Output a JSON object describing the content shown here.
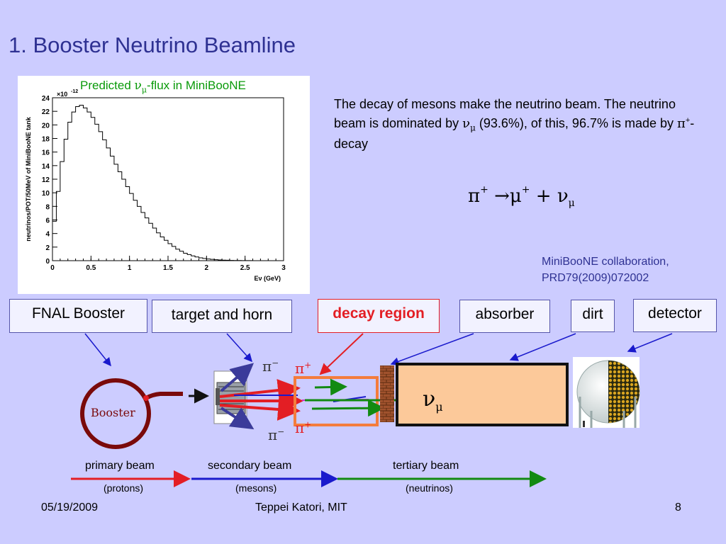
{
  "slide_title": "1. Booster Neutrino Beamline",
  "chart": {
    "title_prefix": "Predicted ",
    "title_symbol": "ν",
    "title_sub": "μ",
    "title_suffix": "-flux in MiniBooNE"
  },
  "chart_data": {
    "type": "area",
    "xlabel": "Eν (GeV)",
    "ylabel": "neutrinos/POT/50MeV of MiniBooNE tank",
    "y_exponent_label": "×10",
    "y_exponent_value": "-12",
    "xlim": [
      0,
      3
    ],
    "ylim": [
      0,
      24
    ],
    "x_ticks": [
      "0",
      "0.5",
      "1",
      "1.5",
      "2",
      "2.5",
      "3"
    ],
    "y_ticks": [
      "0",
      "2",
      "4",
      "6",
      "8",
      "10",
      "12",
      "14",
      "16",
      "18",
      "20",
      "22",
      "24"
    ],
    "bin_width": 0.05,
    "values": [
      5.8,
      10.2,
      14.6,
      17.9,
      20.4,
      21.9,
      22.7,
      22.9,
      22.5,
      21.9,
      21.1,
      20.1,
      19.0,
      17.8,
      16.6,
      15.4,
      14.2,
      13.1,
      12.0,
      10.9,
      9.9,
      8.9,
      8.0,
      7.1,
      6.3,
      5.5,
      4.8,
      4.1,
      3.5,
      3.0,
      2.5,
      2.1,
      1.7,
      1.4,
      1.1,
      0.9,
      0.7,
      0.55,
      0.42,
      0.32,
      0.25,
      0.19,
      0.14,
      0.1,
      0.08,
      0.06,
      0.04,
      0.03,
      0.02,
      0.015,
      0.01,
      0.008,
      0.006,
      0.004,
      0.003,
      0.002,
      0.002,
      0.001,
      0.001,
      0.001
    ]
  },
  "description": {
    "part1": "The decay of mesons make the neutrino beam. The neutrino beam is dominated by ",
    "nu": "ν",
    "mu_sub": "μ",
    "part2": " (93.6%), of this, 96.7% is made by ",
    "pi": "π",
    "pi_sup": "+",
    "part3": "-decay"
  },
  "equation": {
    "pi": "π",
    "pi_sup": "+",
    "arrow": "→",
    "mu": "μ",
    "mu_sup": "+",
    "plus": "+",
    "nu": "ν",
    "nu_sub": "μ"
  },
  "reference": {
    "line1": "MiniBooNE collaboration,",
    "line2": "PRD79(2009)072002"
  },
  "labels": {
    "booster": "FNAL Booster",
    "target": "target and horn",
    "decay": "decay region",
    "absorber": "absorber",
    "dirt": "dirt",
    "detector": "detector"
  },
  "diagram": {
    "booster_ring_label": "Booster",
    "pi_minus": "π",
    "minus_sup": "−",
    "pi_plus": "π",
    "plus_sup": "+",
    "nu": "ν",
    "nu_sub": "μ"
  },
  "beams": {
    "primary": "primary beam",
    "primary_sub": "(protons)",
    "secondary": "secondary beam",
    "secondary_sub": "(mesons)",
    "tertiary": "tertiary beam",
    "tertiary_sub": "(neutrinos)"
  },
  "colors": {
    "title": "#2e3192",
    "chart_title": "#0a9a0a",
    "decay_red": "#e31e24",
    "primary_beam": "#e31e24",
    "secondary_beam": "#1a1acc",
    "tertiary_beam": "#128a12",
    "booster_ring": "#7a0a0a"
  },
  "footer": {
    "date": "05/19/2009",
    "author": "Teppei Katori, MIT",
    "page": "8"
  }
}
